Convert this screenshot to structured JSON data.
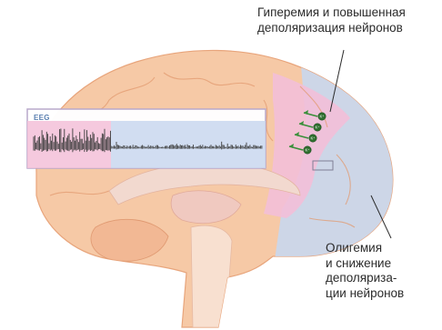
{
  "labels": {
    "top": [
      "Гиперемия и повышенная",
      "деполяризация нейронов"
    ],
    "bottom": [
      "Олигемия",
      "и снижение",
      "деполяриза-",
      "ции нейронов"
    ]
  },
  "eeg": {
    "title": "EEG"
  },
  "markers": {
    "ion_label": "K⁺"
  },
  "colors": {
    "brain_fill": "#f6c9a6",
    "brain_edge": "#e8a57c",
    "hyperemia_pink": "#f3bfd8",
    "oligemia_blue": "#c9d7ee",
    "arrow_green": "#3a8f3a",
    "eeg_border": "#b8a7c9"
  }
}
